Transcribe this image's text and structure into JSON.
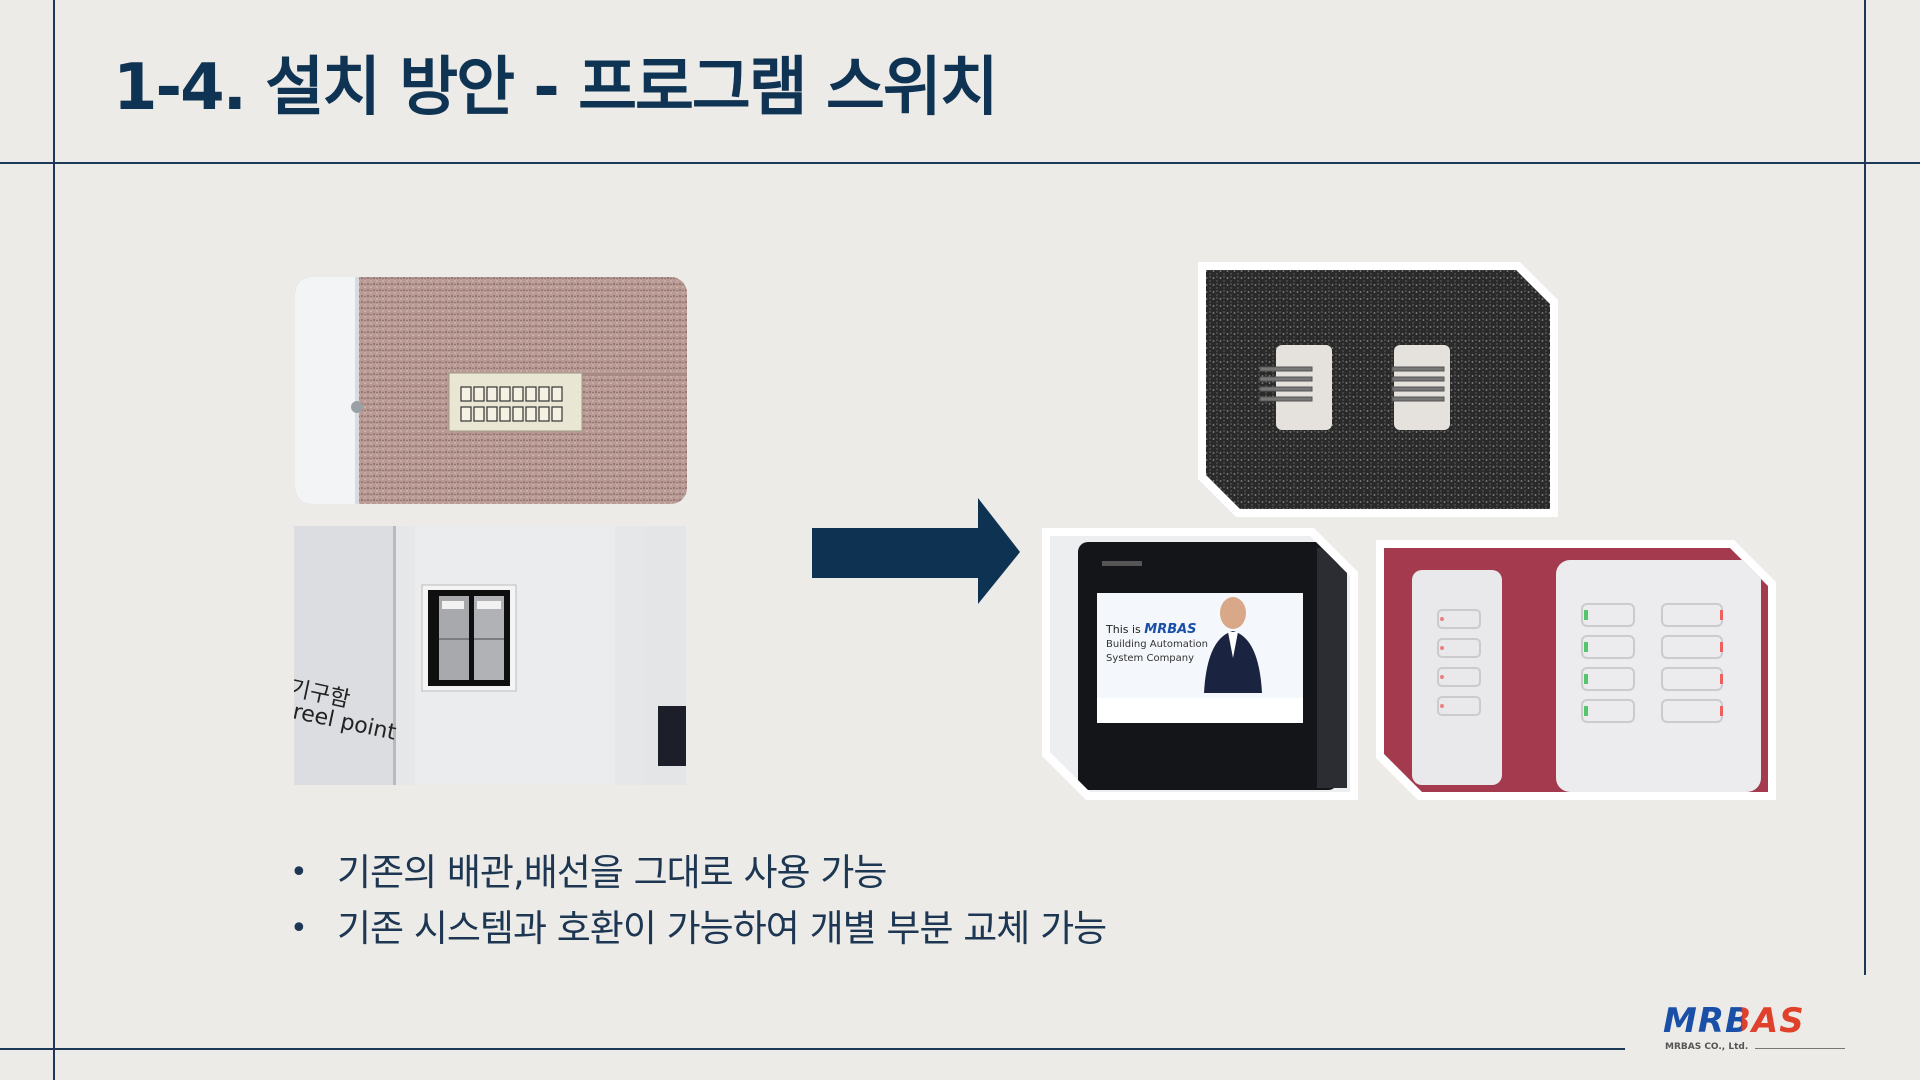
{
  "slide": {
    "title": "1-4. 설치 방안 - 프로그램 스위치"
  },
  "photos": {
    "top_left_label_line1": "기구함",
    "top_left_label_line2": "reel point",
    "touch_screen": {
      "line1": "This is",
      "brand": "MRBAS",
      "line2": "Building Automation",
      "line3": "System Company"
    }
  },
  "bullets": [
    "기존의 배관,배선을 그대로 사용 가능",
    "기존 시스템과 호환이 가능하여 개별 부분 교체 가능"
  ],
  "logo": {
    "brand": "MRBAS",
    "company": "MRBAS CO., Ltd."
  },
  "colors": {
    "background": "#ecebe8",
    "title": "#0f3353",
    "arrow": "#0e3352",
    "logo_blue": "#1a4fa8",
    "logo_red": "#e0412b"
  }
}
